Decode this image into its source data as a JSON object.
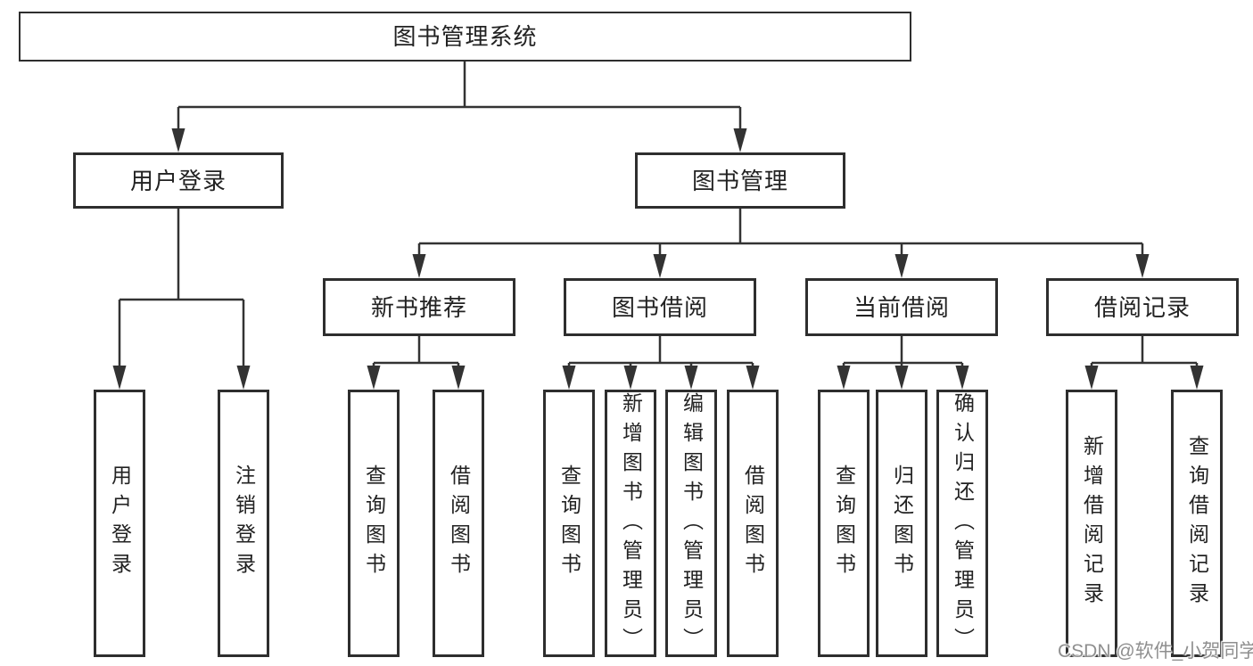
{
  "diagram": {
    "root": {
      "label": "图书管理系统"
    },
    "branches": [
      {
        "label": "用户登录",
        "children": [
          {
            "label": "用户登录"
          },
          {
            "label": "注销登录"
          }
        ]
      },
      {
        "label": "图书管理",
        "children": [
          {
            "label": "新书推荐",
            "children": [
              {
                "label": "查询图书"
              },
              {
                "label": "借阅图书"
              }
            ]
          },
          {
            "label": "图书借阅",
            "children": [
              {
                "label": "查询图书"
              },
              {
                "label": "新增图书（管理员）"
              },
              {
                "label": "编辑图书（管理员）"
              },
              {
                "label": "借阅图书"
              }
            ]
          },
          {
            "label": "当前借阅",
            "children": [
              {
                "label": "查询图书"
              },
              {
                "label": "归还图书"
              },
              {
                "label": "确认归还（管理员）"
              }
            ]
          },
          {
            "label": "借阅记录",
            "children": [
              {
                "label": "新增借阅记录"
              },
              {
                "label": "查询借阅记录"
              }
            ]
          }
        ]
      }
    ]
  },
  "watermark": {
    "text": "CSDN @软件_小贺同学"
  },
  "colors": {
    "line": "#333333",
    "box_border": "#2e2e2e",
    "text": "#222222",
    "watermark": "#8f8f8f",
    "background": "#ffffff"
  }
}
